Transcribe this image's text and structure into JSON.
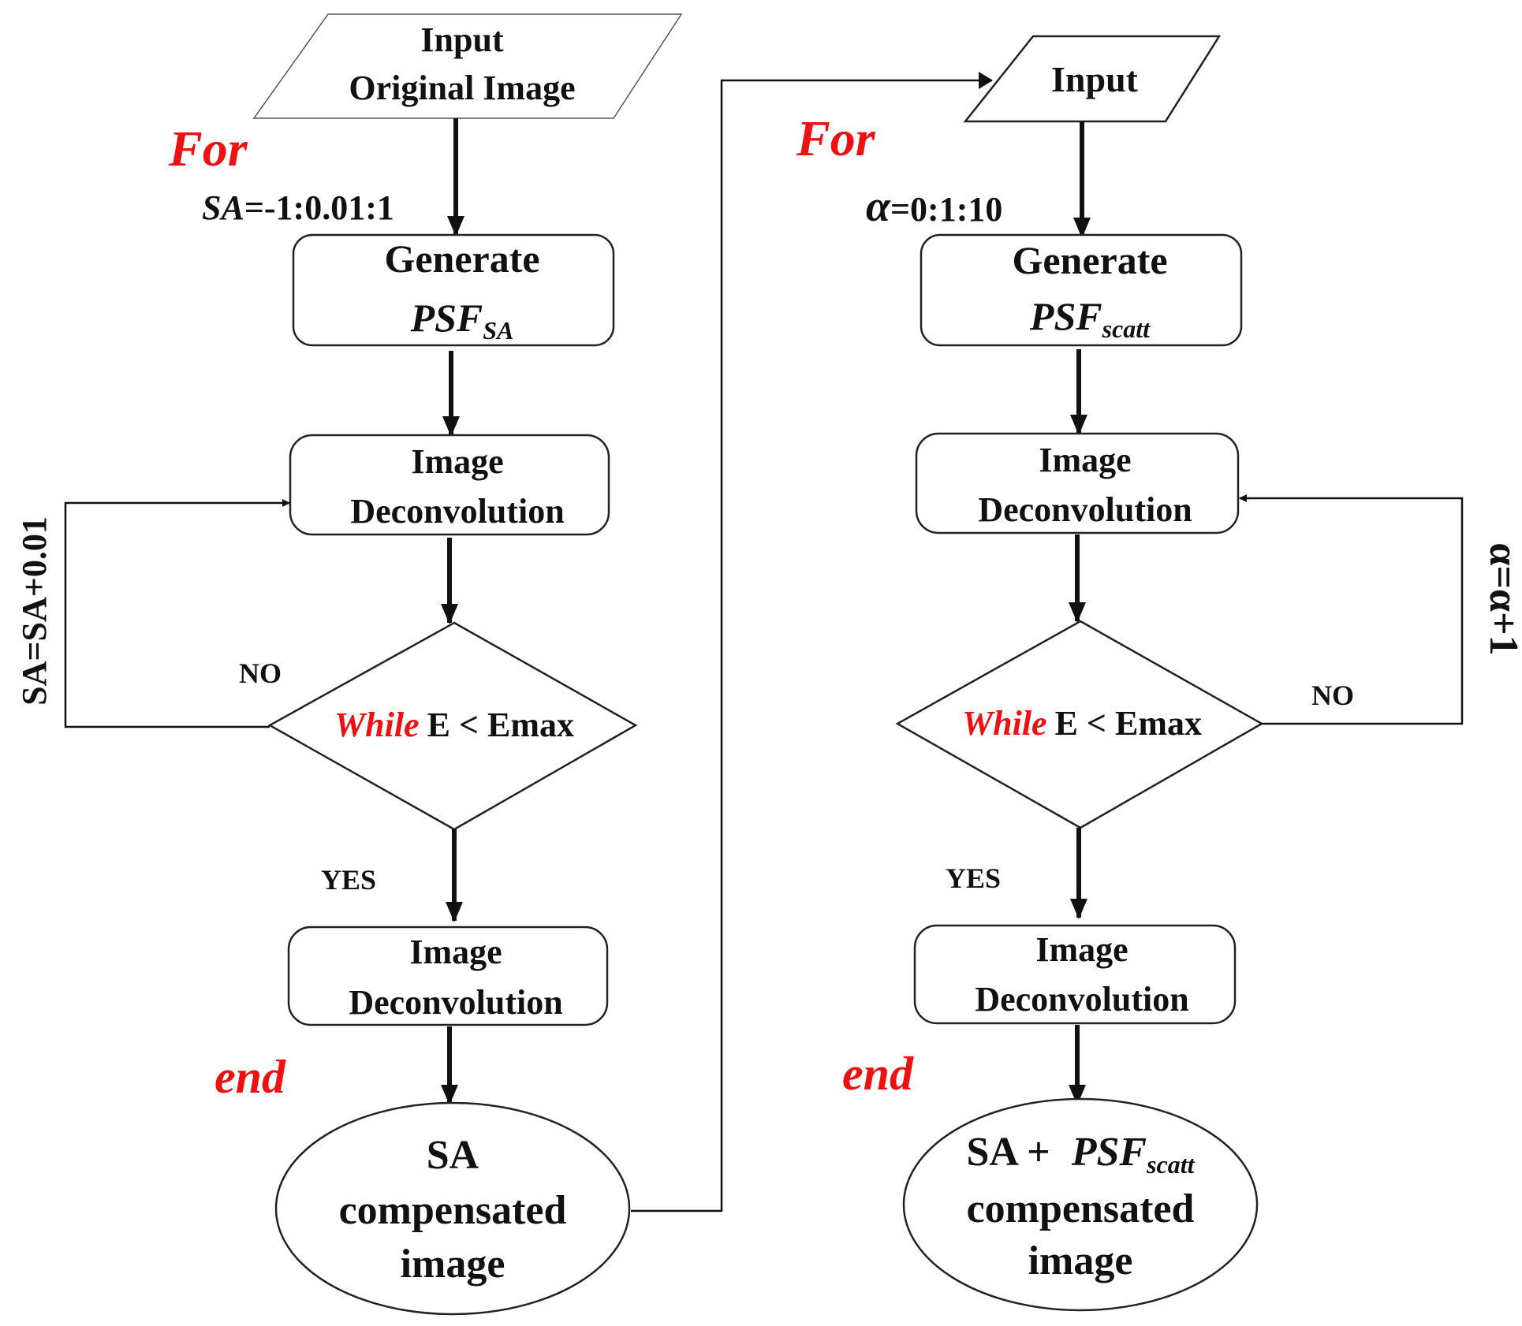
{
  "left": {
    "input": {
      "line1": "Input",
      "line2": "Original Image"
    },
    "for_label": "For",
    "range": {
      "var": "SA",
      "rest": "=-1:0.01:1"
    },
    "generate": {
      "line1": "Generate",
      "psf": "PSF",
      "sub": "SA"
    },
    "deconv1": {
      "line1": "Image",
      "line2": "Deconvolution"
    },
    "decision": {
      "while": "While",
      "cond": "E < Emax"
    },
    "no_label": "NO",
    "yes_label": "YES",
    "loop_label": "SA=SA+0.01",
    "deconv2": {
      "line1": "Image",
      "line2": "Deconvolution"
    },
    "end_label": "end",
    "output": {
      "line1": "SA",
      "line2": "compensated",
      "line3": "image"
    }
  },
  "right": {
    "input": {
      "line1": "Input"
    },
    "for_label": "For",
    "range": {
      "var": "α",
      "rest": "=0:1:10"
    },
    "generate": {
      "line1": "Generate",
      "psf": "PSF",
      "sub": "scatt"
    },
    "deconv1": {
      "line1": "Image",
      "line2": "Deconvolution"
    },
    "decision": {
      "while": "While",
      "cond": "E < Emax"
    },
    "no_label": "NO",
    "yes_label": "YES",
    "loop_label": "α=α+1",
    "deconv2": {
      "line1": "Image",
      "line2": "Deconvolution"
    },
    "end_label": "end",
    "output": {
      "prefix": "SA + ",
      "psf": "PSF",
      "sub": "scatt",
      "line2": "compensated",
      "line3": "image"
    }
  },
  "colors": {
    "keyword": "#ee1111",
    "text": "#111111",
    "line": "#111111"
  }
}
